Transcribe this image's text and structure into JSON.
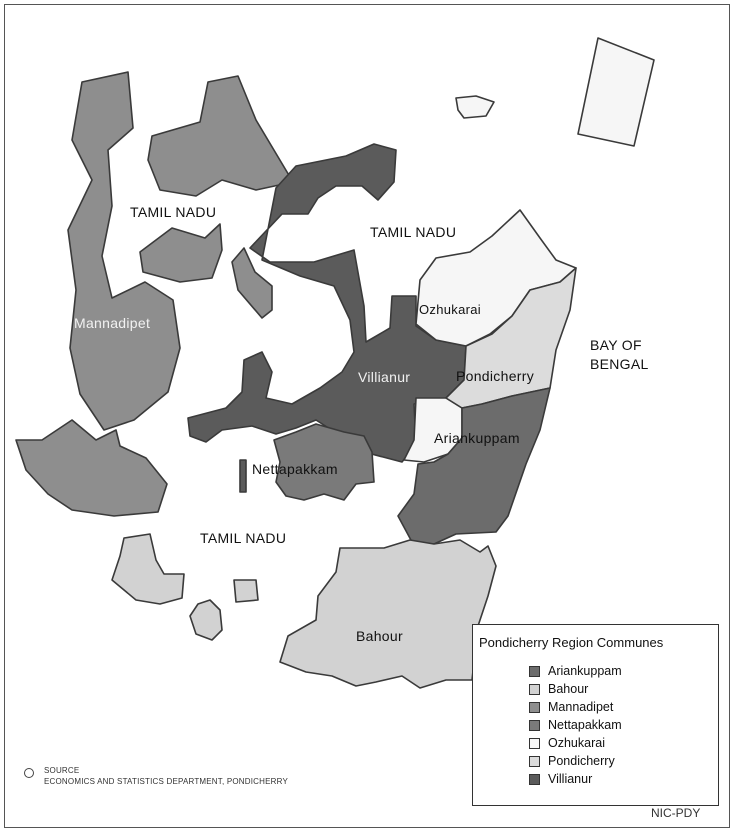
{
  "labels": {
    "tamil_nadu_1": "TAMIL NADU",
    "tamil_nadu_2": "TAMIL NADU",
    "tamil_nadu_3": "TAMIL NADU",
    "bay_line1": "BAY OF",
    "bay_line2": "BENGAL",
    "mannadipet": "Mannadipet",
    "villianur": "Villianur",
    "ozhukarai": "Ozhukarai",
    "pondicherry": "Pondicherry",
    "ariankuppam": "Ariankuppam",
    "nettapakkam": "Nettapakkam",
    "bahour": "Bahour"
  },
  "legend": {
    "title": "Pondicherry Region Communes",
    "items": [
      {
        "label": "Ariankuppam",
        "color": "#6c6c6c"
      },
      {
        "label": "Bahour",
        "color": "#d2d2d2"
      },
      {
        "label": "Mannadipet",
        "color": "#8e8e8e"
      },
      {
        "label": "Nettapakkam",
        "color": "#7a7a7a"
      },
      {
        "label": "Ozhukarai",
        "color": "#f6f6f6"
      },
      {
        "label": "Pondicherry",
        "color": "#dcdcdc"
      },
      {
        "label": "Villianur",
        "color": "#5b5b5b"
      }
    ]
  },
  "source": {
    "line1": "SOURCE",
    "line2": "ECONOMICS AND STATISTICS DEPARTMENT, PONDICHERRY"
  },
  "credit": "NIC-PDY"
}
